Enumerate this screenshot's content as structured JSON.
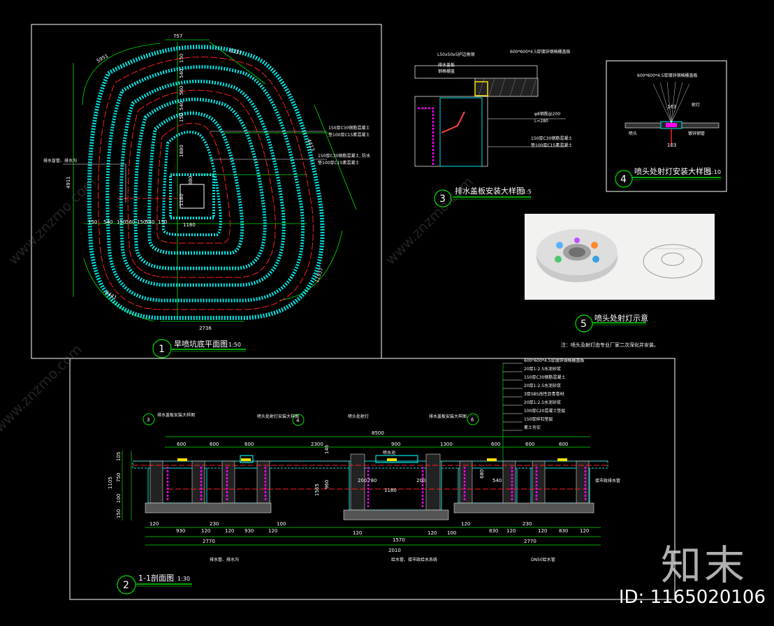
{
  "drawings": {
    "d1": {
      "number": "1",
      "title": "旱喷坑底平面图",
      "scale": "1:50"
    },
    "d2": {
      "number": "2",
      "title": "1-1剖面图",
      "scale": "1:30"
    },
    "d3": {
      "number": "3",
      "title": "排水盖板安装大样图",
      "scale": "1:5"
    },
    "d4": {
      "number": "4",
      "title": "喷头处射灯安装大样图",
      "scale": "1:10"
    },
    "d5": {
      "number": "5",
      "title": "喷头处射灯示意"
    }
  },
  "plan_dims": {
    "top": "757",
    "top_right": "6337",
    "left_top": "5951",
    "left_side": "4911",
    "right_side": "4413",
    "bottom": "2736",
    "bottom_left": "6441",
    "bottom_right": "11937",
    "inner_w": "1180",
    "inner_h": "1180",
    "mid_h": "1880",
    "mid_v": "880",
    "v_chain": [
      "150",
      "540",
      "560",
      "540",
      "150"
    ],
    "h_chain": [
      "150",
      "540",
      "150",
      "560",
      "150",
      "540",
      "150"
    ]
  },
  "plan_notes": [
    "150厚C30钢筋混凝土",
    "垫100厚C15素混凝土",
    "150厚C30钢筋混凝土, 防水",
    "垫100厚C15素混凝土",
    "排水盲管、排水沟"
  ],
  "detail3_notes": [
    "L50x50x5护边角钢",
    "600*600*4.5厚镀锌钢格栅盖板",
    "排水盖板",
    "钢格栅盖",
    "φ8钢筋@200",
    "L=280",
    "150厚C30钢筋混凝土",
    "垫100厚C15素混凝土"
  ],
  "detail4_notes": [
    "600*600*4.5厚镀锌钢格栅盖板",
    "射灯",
    "镀锌钢管",
    "喷头",
    "163",
    "103"
  ],
  "section_layers": [
    "600*600*4.5厚镀锌钢格栅盖板",
    "20厚1:2.5水泥砂浆",
    "150厚C30钢筋混凝土",
    "20厚1:2.5水泥砂浆",
    "3厚SBS改性沥青卷材",
    "20厚1:2.5水泥砂浆",
    "100厚C20混凝土垫层",
    "150厚碎石垫层",
    "素土夯实"
  ],
  "section_top_dims": [
    "600",
    "600",
    "600",
    "2300",
    "900",
    "1300",
    "600",
    "600",
    "600"
  ],
  "section_total": "8500",
  "section_bottom_dims": [
    "120",
    "930",
    "120",
    "230",
    "120",
    "930",
    "120",
    "100",
    "120",
    "1570",
    "120",
    "100",
    "120",
    "830",
    "120",
    "230",
    "120",
    "830",
    "120"
  ],
  "section_sub_totals": [
    "2770",
    "2010",
    "2770"
  ],
  "section_left_dims": [
    "105",
    "750",
    "100",
    "150",
    "1105"
  ],
  "section_callouts": [
    "排水盖板安装大样图",
    "喷头处射灯安装大样图",
    "喷头处射灯",
    "排水盖板安装大样图",
    "喷水池",
    "接市政排水管",
    "排水管、排水沟",
    "DN50给水管",
    "给水管、接市政给水系统"
  ],
  "section_inner_dims": [
    "780",
    "200",
    "200",
    "1180",
    "540",
    "680",
    "960",
    "1565",
    "146"
  ],
  "notice": "注：喷头及射灯由专业厂家二次深化并安装。",
  "watermark": {
    "logo": "知末",
    "id": "ID: 1165020106",
    "site": "www.znzmo.com"
  }
}
